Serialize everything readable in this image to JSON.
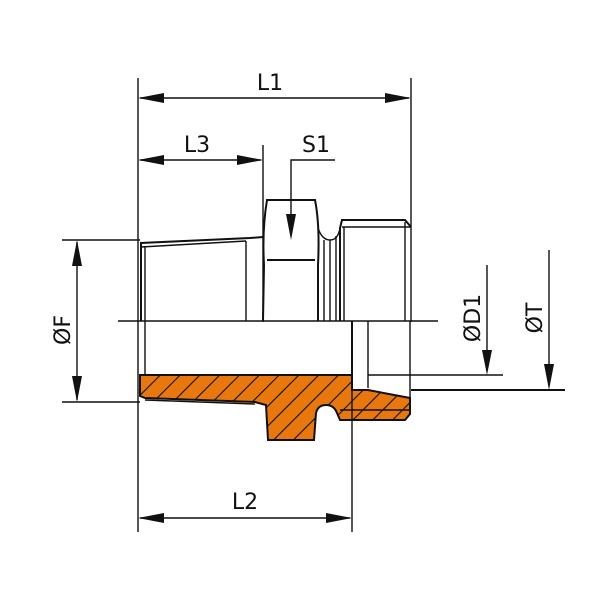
{
  "drawing": {
    "type": "technical-drawing",
    "subject": "male stud connector / reducing adapter, half section",
    "colors": {
      "line": "#111111",
      "section_fill": "#e8770e",
      "hatch": "#111111",
      "background": "#ffffff"
    },
    "dimensions": {
      "L1": "L1",
      "L2": "L2",
      "L3": "L3",
      "S1": "S1",
      "F": "ØF",
      "D1": "ØD1",
      "T": "ØT"
    }
  }
}
